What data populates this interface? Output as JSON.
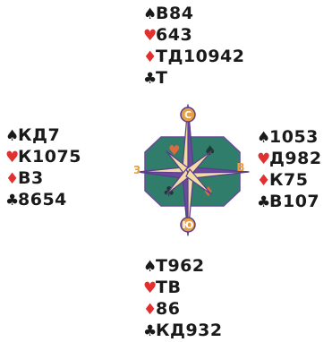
{
  "hands": {
    "north": {
      "spades": "В84",
      "hearts": "643",
      "diamonds": "ТД10942",
      "clubs": "Т"
    },
    "west": {
      "spades": "КД7",
      "hearts": "К1075",
      "diamonds": "В3",
      "clubs": "8654"
    },
    "east": {
      "spades": "1053",
      "hearts": "Д982",
      "diamonds": "К75",
      "clubs": "В107"
    },
    "south": {
      "spades": "Т962",
      "hearts": "ТВ",
      "diamonds": "86",
      "clubs": "КД932"
    }
  },
  "suit_symbols": {
    "spades": "♠",
    "hearts": "♥",
    "diamonds": "♦",
    "clubs": "♣"
  },
  "compass": {
    "north": "С",
    "east": "В",
    "south": "Ю",
    "west": "З"
  },
  "colors": {
    "black_suit": "#1a1a1a",
    "red_suit": "#e03030",
    "table_green": "#2f7d6a",
    "compass_purple": "#6a4a9c",
    "compass_cream": "#f3dca4",
    "label_orange": "#e8a040"
  }
}
